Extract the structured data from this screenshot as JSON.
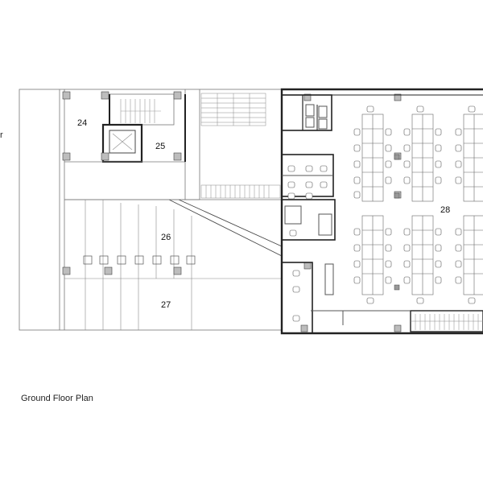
{
  "plan": {
    "caption": "Ground Floor Plan",
    "edge_fragment": "r",
    "rooms": [
      {
        "id": "24",
        "label": "24"
      },
      {
        "id": "25",
        "label": "25"
      },
      {
        "id": "26",
        "label": "26"
      },
      {
        "id": "27",
        "label": "27"
      },
      {
        "id": "28",
        "label": "28"
      }
    ]
  },
  "colors": {
    "line": "#222222",
    "thin": "#777777",
    "column_fill": "#bdbdbd"
  }
}
